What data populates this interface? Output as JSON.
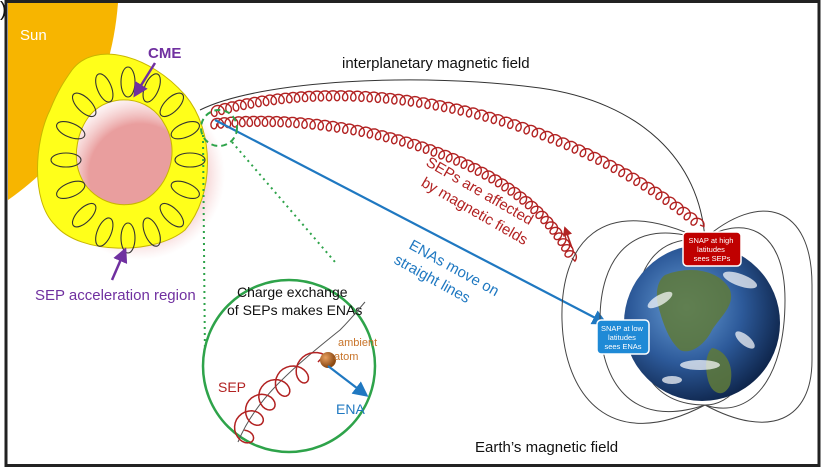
{
  "labels": {
    "sun": "Sun",
    "cme": "CME",
    "sep_acceleration_region": "SEP acceleration region",
    "interplanetary_field": "interplanetary magnetic field",
    "seps_affected_line1": "SEPs are affected",
    "seps_affected_line2": "by magnetic fields",
    "enas_move_line1": "ENAs move on",
    "enas_move_line2": "straight lines",
    "charge_exchange_line1": "Charge exchange",
    "charge_exchange_line2": "of SEPs makes ENAs",
    "ambient_line1": "ambient",
    "ambient_line2": "atom",
    "sep": "SEP",
    "ena": "ENA",
    "earth_field": "Earth’s magnetic field",
    "snap_high": [
      "SNAP at high",
      "latitudes",
      "sees SEPs"
    ],
    "snap_low": [
      "SNAP at low",
      "latitudes",
      "sees ENAs"
    ],
    "corner_glyph": ")"
  },
  "colors": {
    "sun": "#f7b500",
    "cme_yellow": "#ffff1a",
    "cme_glow": "#e8a0a0",
    "purple": "#7030a0",
    "sep_red": "#b22222",
    "ena_blue": "#1f78c1",
    "green": "#2ea34a",
    "atom": "#c8742a",
    "snap_high_bg": "#c00000",
    "snap_low_bg": "#1f8ad6"
  }
}
